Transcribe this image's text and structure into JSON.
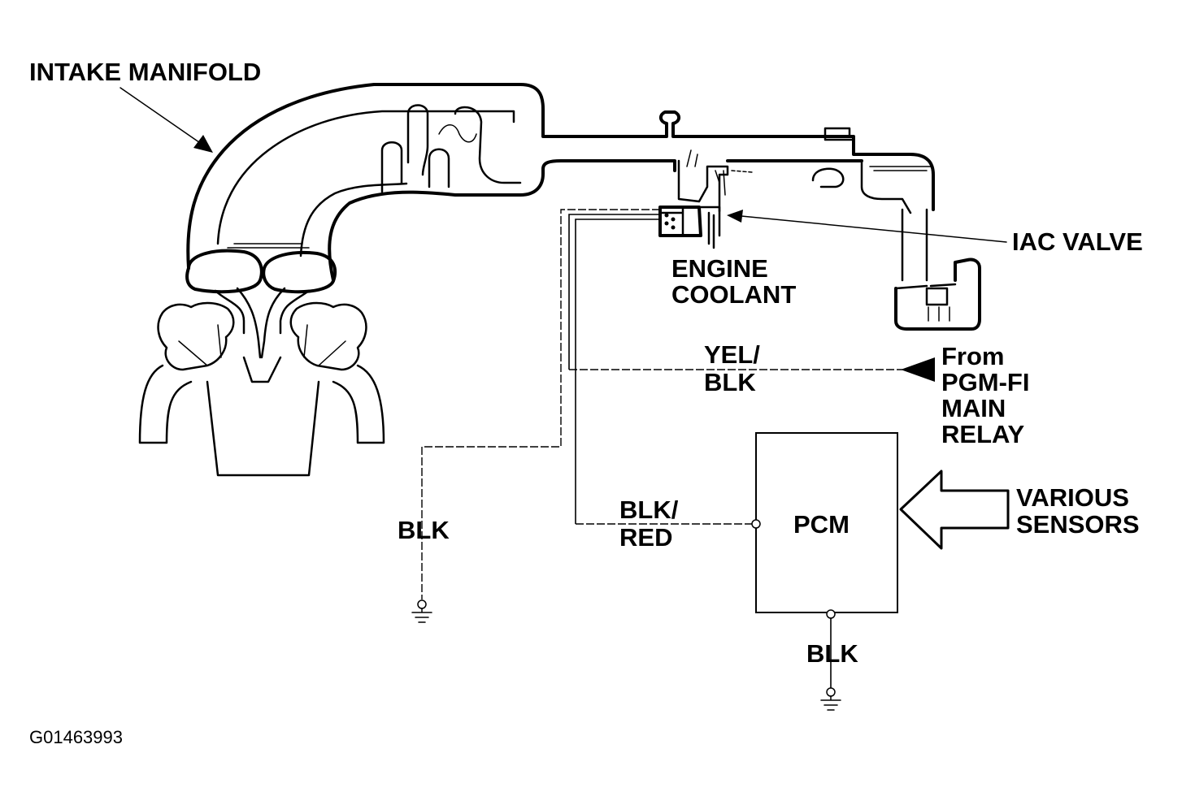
{
  "labels": {
    "intake_manifold": "INTAKE MANIFOLD",
    "iac_valve": "IAC VALVE",
    "engine_coolant_line1": "ENGINE",
    "engine_coolant_line2": "COOLANT",
    "yel_blk_line1": "YEL/",
    "yel_blk_line2": "BLK",
    "from_line1": "From",
    "from_line2": "PGM-FI",
    "from_line3": "MAIN",
    "from_line4": "RELAY",
    "blk_ground_left": "BLK",
    "blk_red_line1": "BLK/",
    "blk_red_line2": "RED",
    "pcm": "PCM",
    "various_line1": "VARIOUS",
    "various_line2": "SENSORS",
    "blk_ground_pcm": "BLK",
    "figure_id": "G01463993"
  }
}
